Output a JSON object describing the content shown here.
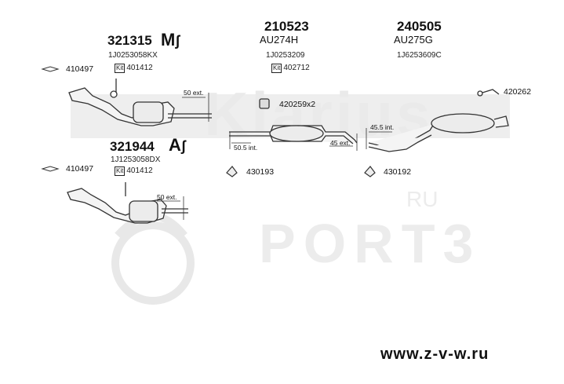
{
  "watermarks": {
    "klarius": "Klarius",
    "port3": "PORT3",
    "ru": "RU",
    "site": "www.z-v-w.ru"
  },
  "groups": [
    {
      "part": "321315",
      "code": "1J0253058KX",
      "kit_label": "Kit",
      "kit": "401412",
      "badge": "M"
    },
    {
      "part": "210523",
      "name": "AU274H",
      "code": "1J0253209",
      "kit_label": "Kit",
      "kit": "402712"
    },
    {
      "part": "240505",
      "name": "AU275G",
      "code": "1J6253609C"
    },
    {
      "part": "321944",
      "code": "1J1253058DX",
      "kit_label": "Kit",
      "kit": "401412",
      "badge": "A"
    }
  ],
  "accessories": {
    "a1": "410497",
    "a2": "410497",
    "a3": "420259x2",
    "a4": "420262",
    "a5": "430193",
    "a6": "430192"
  },
  "dimensions": {
    "d1": "50 ext.",
    "d2": "50.5 int.",
    "d3": "45 ext.",
    "d4": "45.5 int.",
    "d5": "50 ext."
  }
}
